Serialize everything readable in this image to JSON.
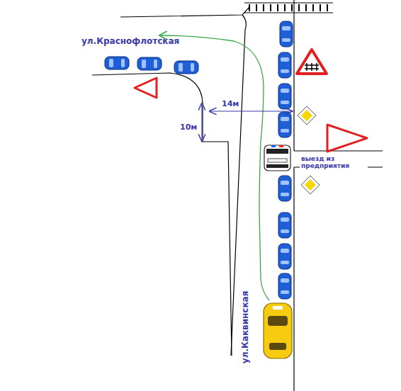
{
  "diagram": {
    "labels": [
      "ул.Краснофлотская",
      "14м",
      "10м",
      "выезд из предприятия",
      "ул.Каквинская"
    ]
  }
}
